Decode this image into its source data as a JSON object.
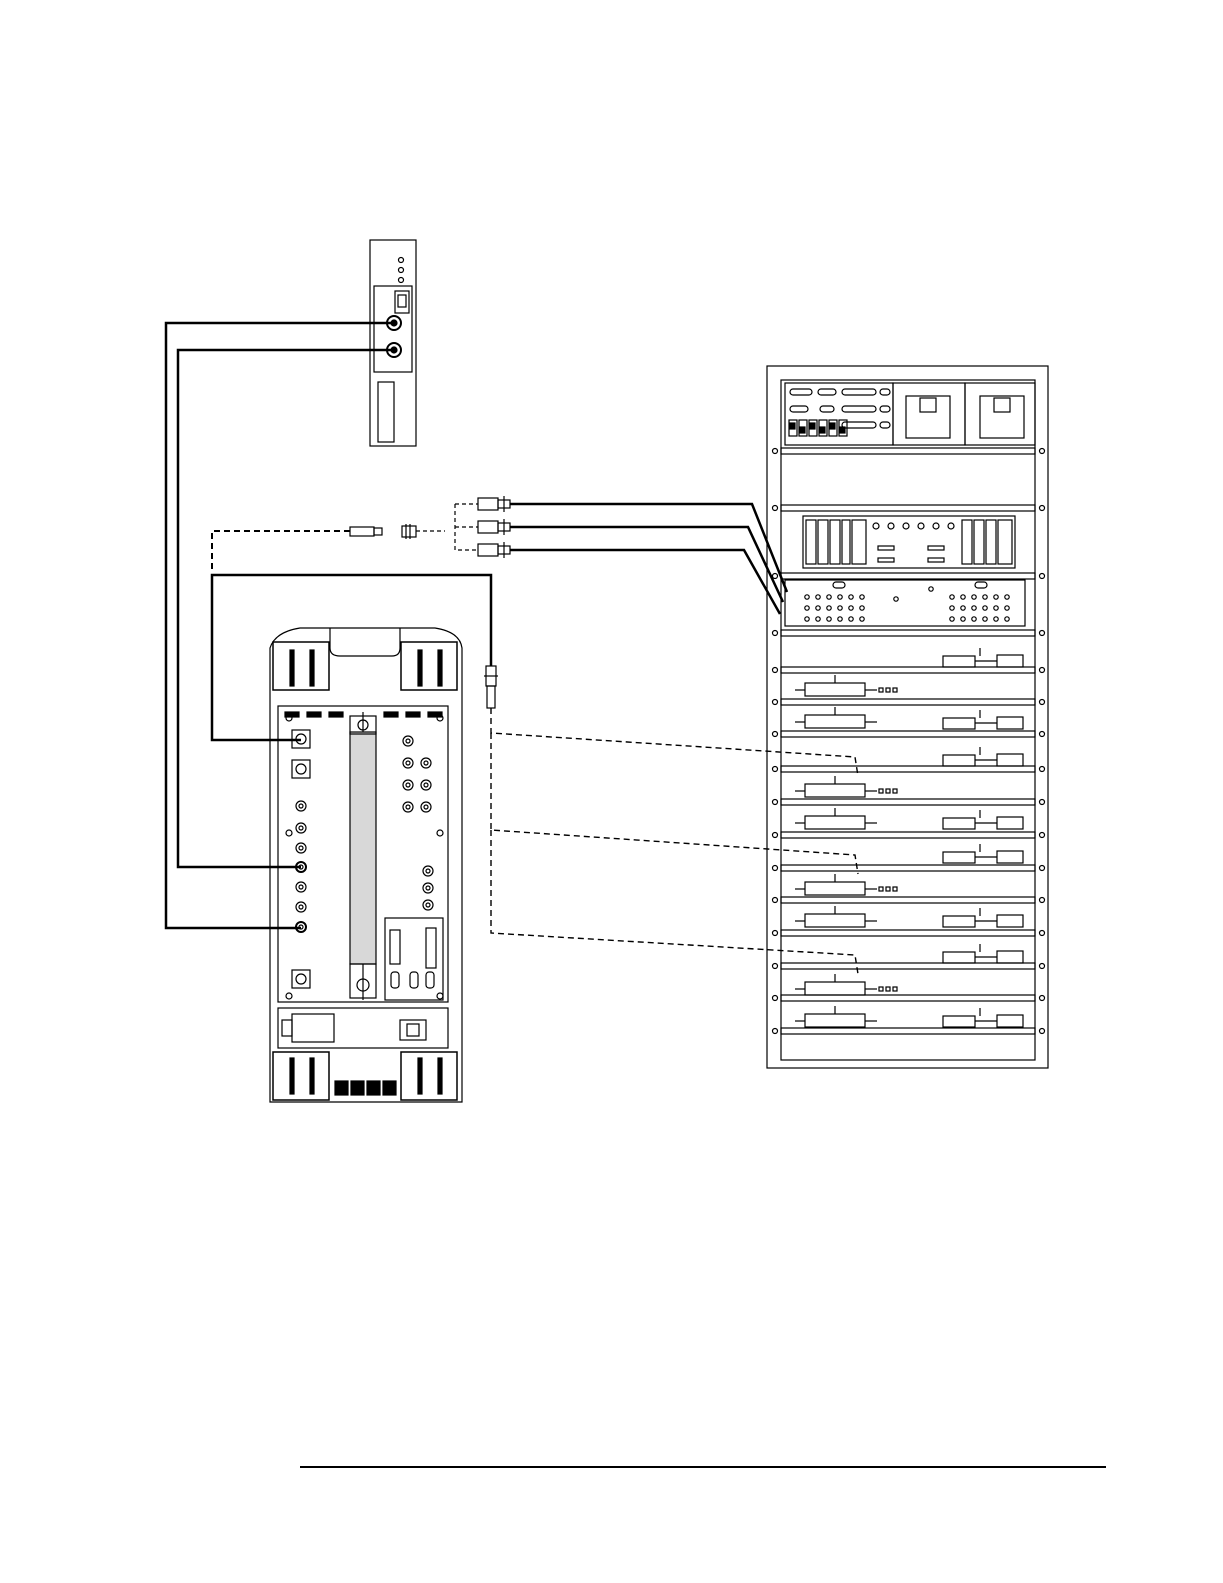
{
  "diagram": {
    "colors": {
      "line": "#000000",
      "background": "#ffffff",
      "handle": "#d8d8d8"
    },
    "components": [
      {
        "id": "power-meter",
        "name": "small-instrument-module"
      },
      {
        "id": "analyzer",
        "name": "test-instrument-rear-panel"
      },
      {
        "id": "rack",
        "name": "equipment-rack"
      },
      {
        "id": "adapter-group",
        "name": "coax-adapter-cluster"
      }
    ],
    "cables": [
      {
        "id": "cable-1",
        "style": "solid"
      },
      {
        "id": "cable-2",
        "style": "solid"
      },
      {
        "id": "cable-3",
        "style": "dashed"
      },
      {
        "id": "cable-4",
        "style": "solid"
      },
      {
        "id": "cable-5",
        "style": "dashed"
      },
      {
        "id": "cable-6",
        "style": "dashed"
      },
      {
        "id": "cable-7",
        "style": "dashed"
      }
    ]
  }
}
